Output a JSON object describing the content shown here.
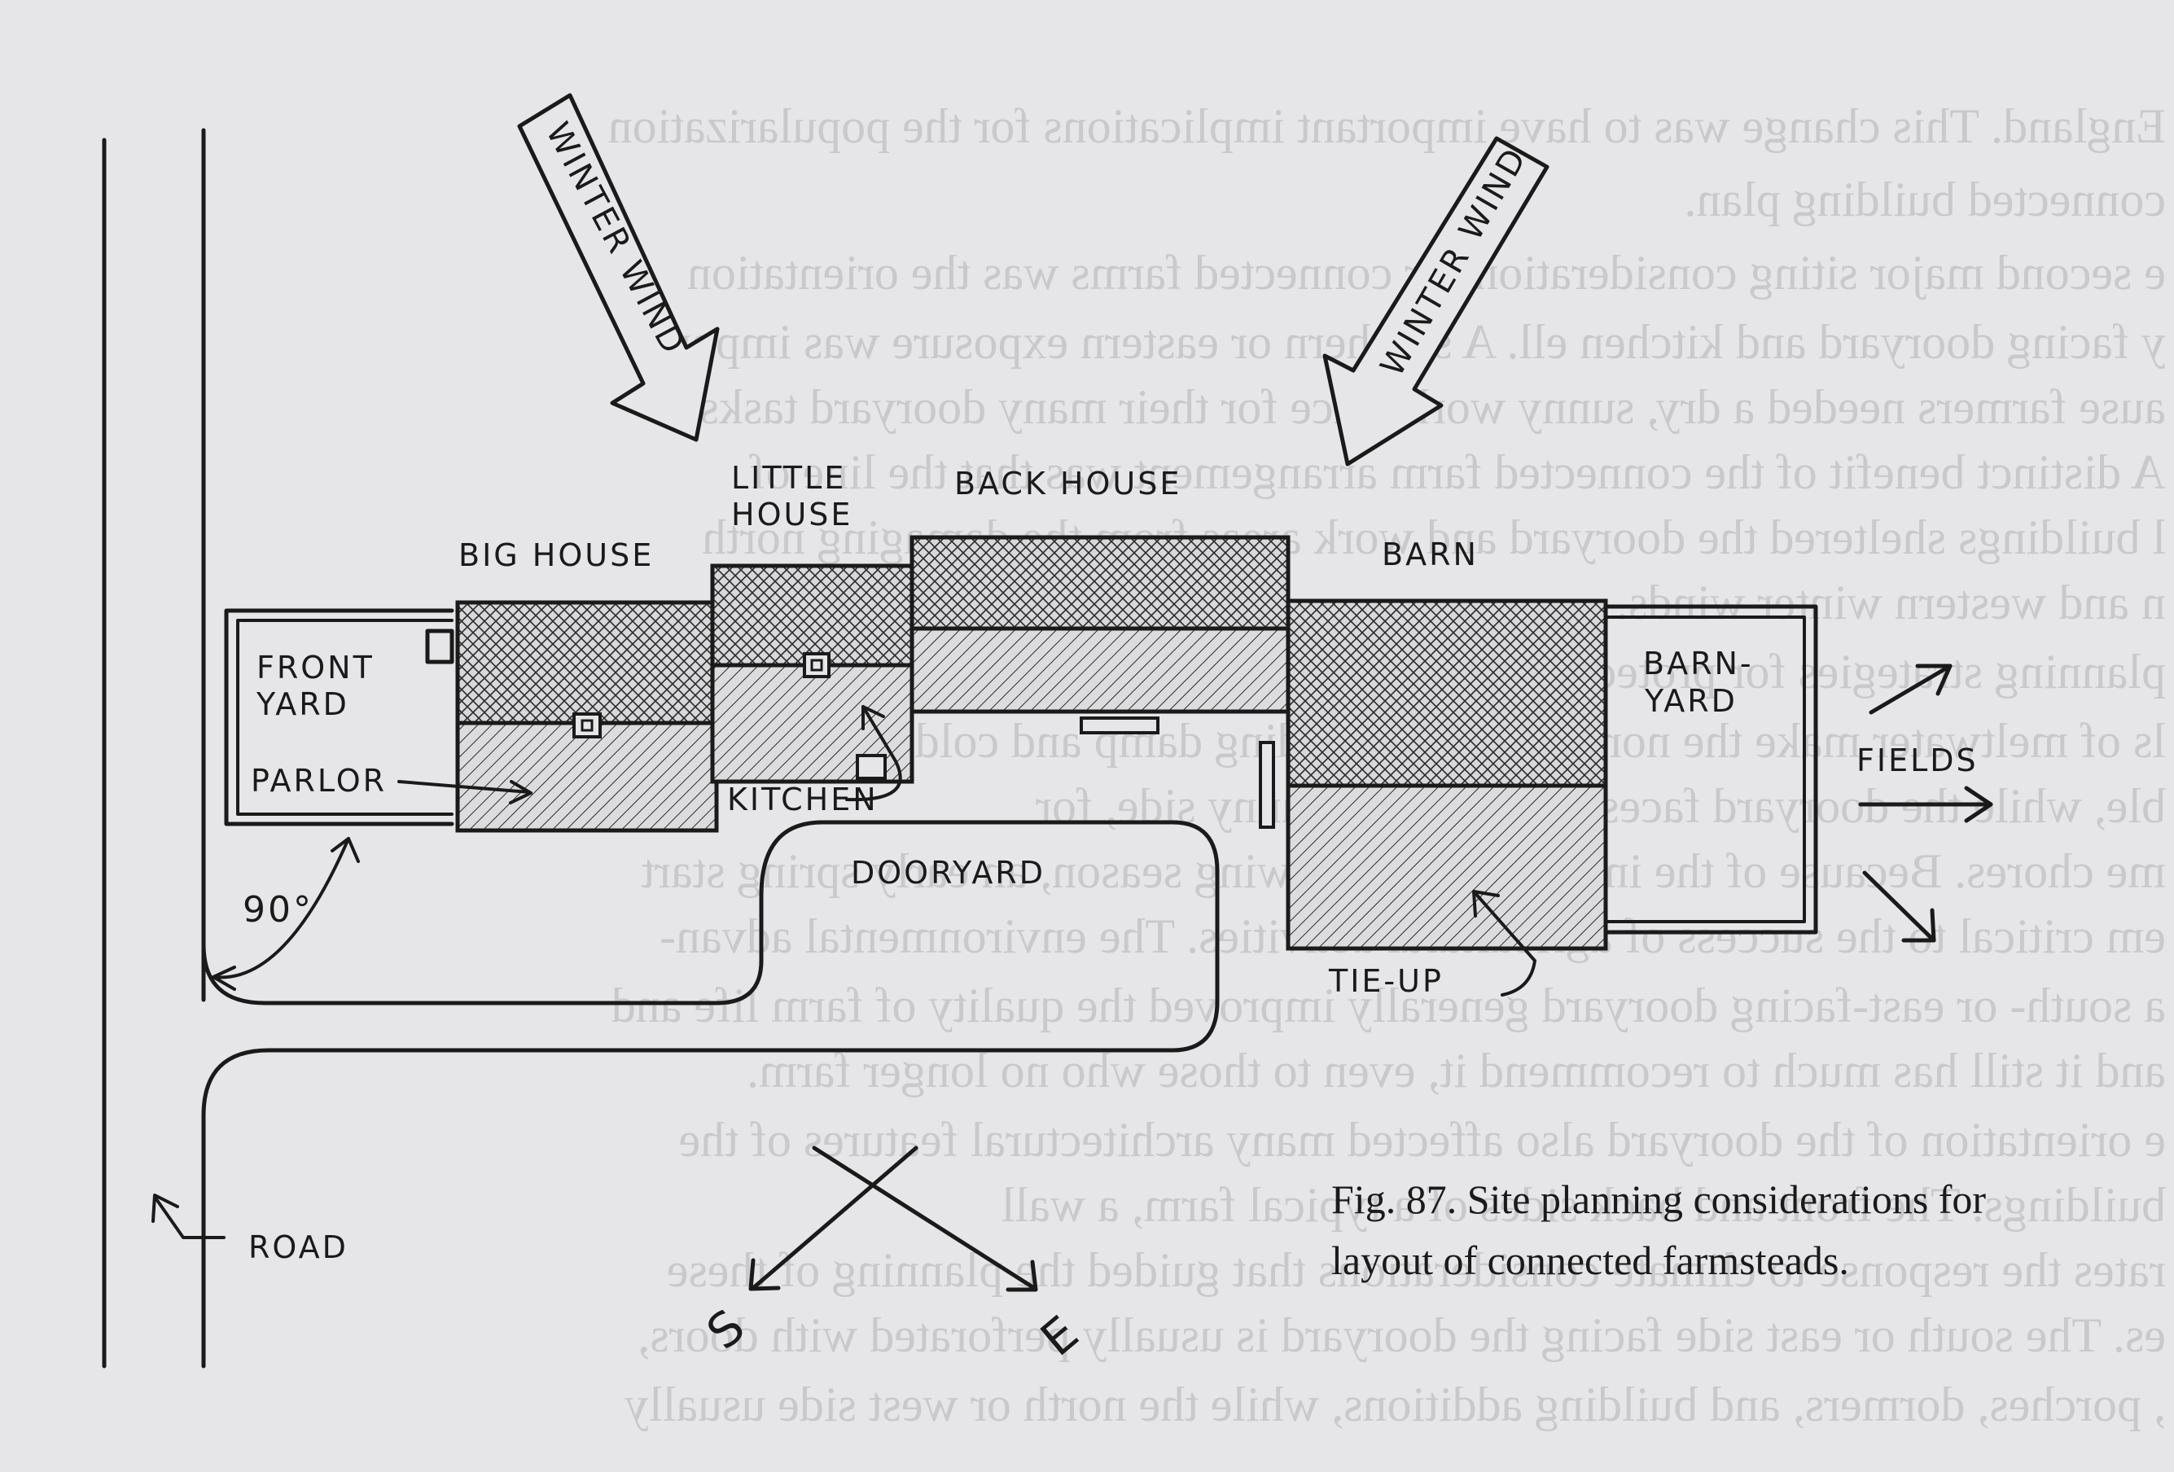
{
  "labels": {
    "big_house": "BIG HOUSE",
    "little_house_line1": "LITTLE",
    "little_house_line2": "HOUSE",
    "back_house": "BACK HOUSE",
    "barn": "BARN",
    "front_yard_line1": "FRONT",
    "front_yard_line2": "YARD",
    "parlor": "PARLOR",
    "kitchen": "KITCHEN",
    "dooryard": "DOORYARD",
    "barnyard_line1": "BARN-",
    "barnyard_line2": "YARD",
    "fields": "FIELDS",
    "tie_up": "TIE-UP",
    "road": "ROAD",
    "angle": "90°",
    "winter_wind_1": "WINTER WIND",
    "winter_wind_2": "WINTER WIND",
    "south": "S",
    "east": "E"
  },
  "caption": {
    "line1": "Fig. 87. Site planning considerations for",
    "line2": "layout of connected farmsteads."
  },
  "bleed_text": [
    "England. This change was to have important implications for the popularization",
    "connected building plan.",
    "e second major siting consideration for connected farms was the orientation",
    "y facing dooryard and kitchen ell. A southern or eastern exposure was impor-",
    "ause farmers needed a dry, sunny work place for their many dooryard tasks",
    "A distinct benefit of the connected farm arrangement was that the line of",
    "l buildings sheltered the dooryard and work areas from the damaging north",
    "n and western winter winds.",
    "planning strategies for protecting the dooryard were also important.",
    "ls of meltwater make the north side of a building damp and cold,",
    "ble, while the dooryard faces south, on the sunny side, for",
    "me chores. Because of the importance of growing season, an early spring start",
    "em critical to the success of agricultural activities. The environmental advan-",
    "a south- or east-facing dooryard generally improved the quality of farm life and",
    "and it still has much to recommend it, even to those who no longer farm.",
    "e orientation of the dooryard also affected many architectural features of the",
    "buildings. The front and back sides of a typical farm, a wall",
    "rates the response to climate considerations that guided the planning of these",
    "es. The south or east side facing the dooryard is usually perforated with doors,",
    ", porches, dormers, and building additions, while the north or west side usually"
  ]
}
